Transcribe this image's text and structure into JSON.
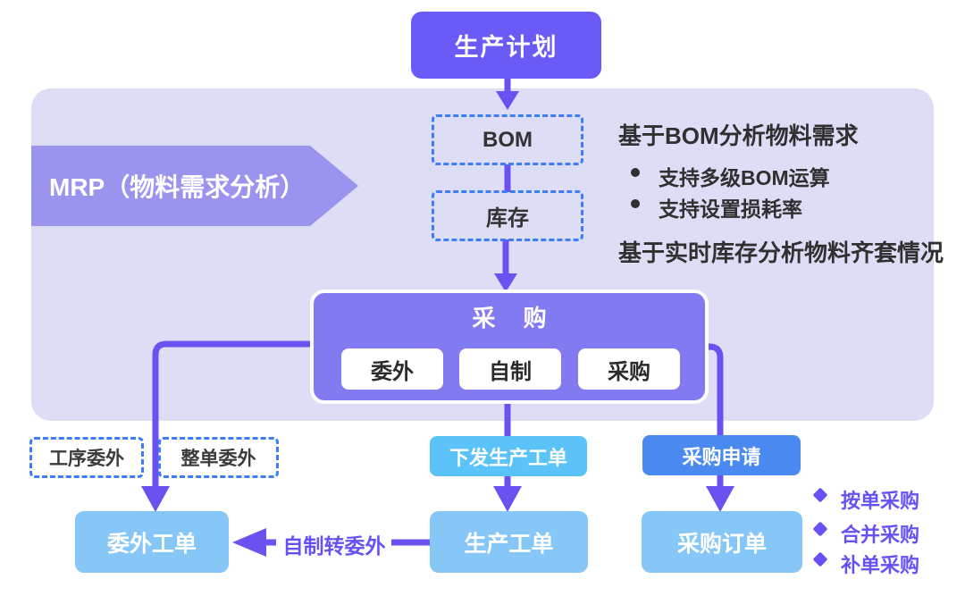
{
  "diagram": {
    "nodes": {
      "production_plan": "生产计划",
      "mrp_banner": "MRP（物料需求分析）",
      "bom": "BOM",
      "inventory": "库存",
      "procurement": {
        "title": "采 购",
        "modes": [
          "委外",
          "自制",
          "采购"
        ]
      },
      "issue_work_order": "下发生产工单",
      "purchase_request": "采购申请",
      "process_outsourcing": "工序委外",
      "whole_order_outsourcing": "整单委外",
      "outsourcing_order": "委外工单",
      "production_order": "生产工单",
      "purchase_order": "采购订单"
    },
    "edge_labels": {
      "make_to_outsource": "自制转委外"
    },
    "notes": {
      "bom_heading": "基于BOM分析物料需求",
      "bom_bullets": [
        "支持多级BOM运算",
        "支持设置损耗率"
      ],
      "inventory_heading": "基于实时库存分析物料齐套情况"
    },
    "purchase_mode_list": [
      "按单采购",
      "合并采购",
      "补单采购"
    ],
    "colors": {
      "accent_purple": "#6A5BF6",
      "panel_lavender": "#DEDDF6",
      "banner_purple": "#9B94EE",
      "hub_purple": "#827AF0",
      "connector_purple": "#6A52F0",
      "dashed_blue": "#3D7DF8",
      "issue_cyan": "#5CC3F8",
      "request_blue": "#4A8AF0",
      "order_lightblue": "#87C7F7",
      "purple_text": "#6452F2",
      "dark_text": "#303030"
    }
  }
}
